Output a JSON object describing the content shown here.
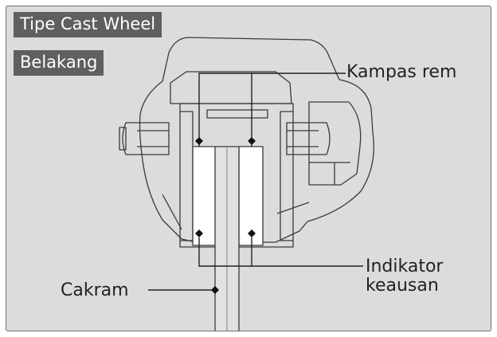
{
  "diagram": {
    "title": "Tipe Cast Wheel",
    "subtitle": "Belakang",
    "labels": {
      "brake_pads": "Kampas rem",
      "wear_indicator_line1": "Indikator",
      "wear_indicator_line2": "keausan",
      "disc": "Cakram"
    }
  }
}
